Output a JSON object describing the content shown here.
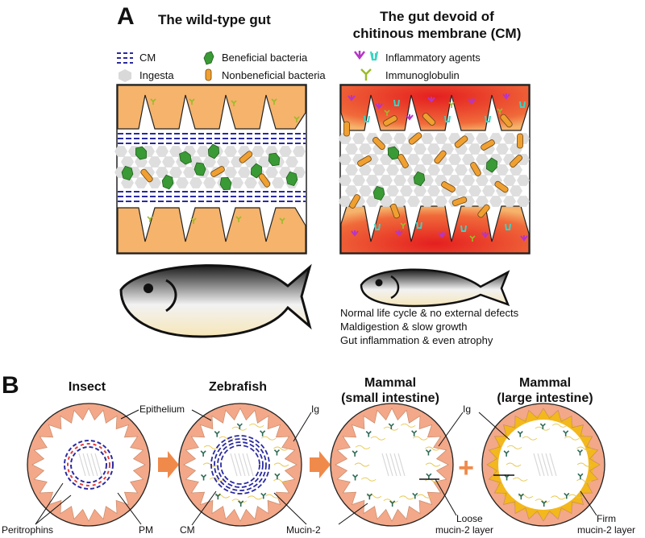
{
  "colors": {
    "tissue": "#f5b36b",
    "tissue_edge": "#e7994a",
    "inflamed": "#e41f1f",
    "cm_blue": "#2a2aa0",
    "beneficial": "#3a9a35",
    "nonbeneficial": "#f0a030",
    "inflammatory": "#b634c8",
    "inflammatory_alt": "#3ad3c3",
    "immunoglobulin": "#9bbb2a",
    "pm_red": "#e23b3b",
    "epithelium": "#f2a889",
    "mucin_firm": "#f3b81c",
    "arrow": "#f08a4b"
  },
  "panel_a": {
    "letter": "A",
    "left_title": "The wild-type gut",
    "right_title_line1": "The gut devoid of",
    "right_title_line2": "chitinous membrane (CM)",
    "legend": {
      "cm": "CM",
      "ingesta": "Ingesta",
      "beneficial": "Beneficial bacteria",
      "nonbeneficial": "Nonbeneficial bacteria",
      "inflammatory": "Inflammatory agents",
      "immunoglobulin": "Immunoglobulin"
    },
    "outcomes": [
      "Normal life cycle & no external defects",
      "Maldigestion & slow growth",
      "Gut inflammation & even atrophy"
    ]
  },
  "panel_b": {
    "letter": "B",
    "titles": {
      "insect": "Insect",
      "zebrafish": "Zebrafish",
      "mammal_small_1": "Mammal",
      "mammal_small_2": "(small intestine)",
      "mammal_large_1": "Mammal",
      "mammal_large_2": "(large intestine)"
    },
    "plus": "+",
    "labels": {
      "epithelium": "Epithelium",
      "ig_1": "Ig",
      "ig_2": "Ig",
      "peritrophins": "Peritrophins",
      "pm": "PM",
      "cm": "CM",
      "mucin2": "Mucin-2",
      "loose_1": "Loose",
      "loose_2": "mucin-2 layer",
      "firm_1": "Firm",
      "firm_2": "mucin-2 layer"
    }
  }
}
